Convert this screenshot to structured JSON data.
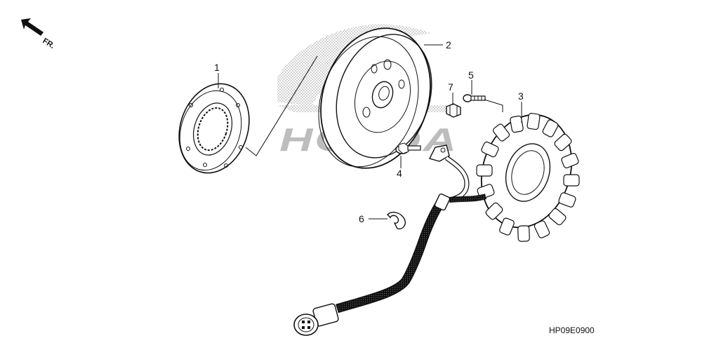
{
  "direction": {
    "label": "FR.",
    "icon": "front-direction-arrow-icon"
  },
  "watermark": {
    "text": "HONDA",
    "icon": "honda-wing-logo-icon",
    "color": "#bdbdbd"
  },
  "callouts": [
    {
      "id": "1",
      "label": "1"
    },
    {
      "id": "2",
      "label": "2"
    },
    {
      "id": "3",
      "label": "3"
    },
    {
      "id": "4",
      "label": "4"
    },
    {
      "id": "5",
      "label": "5"
    },
    {
      "id": "6",
      "label": "6"
    },
    {
      "id": "7",
      "label": "7"
    }
  ],
  "diagram_code": "HP09E0900",
  "colors": {
    "ink": "#111111",
    "shade": "#d9d9d9",
    "background": "#ffffff"
  }
}
